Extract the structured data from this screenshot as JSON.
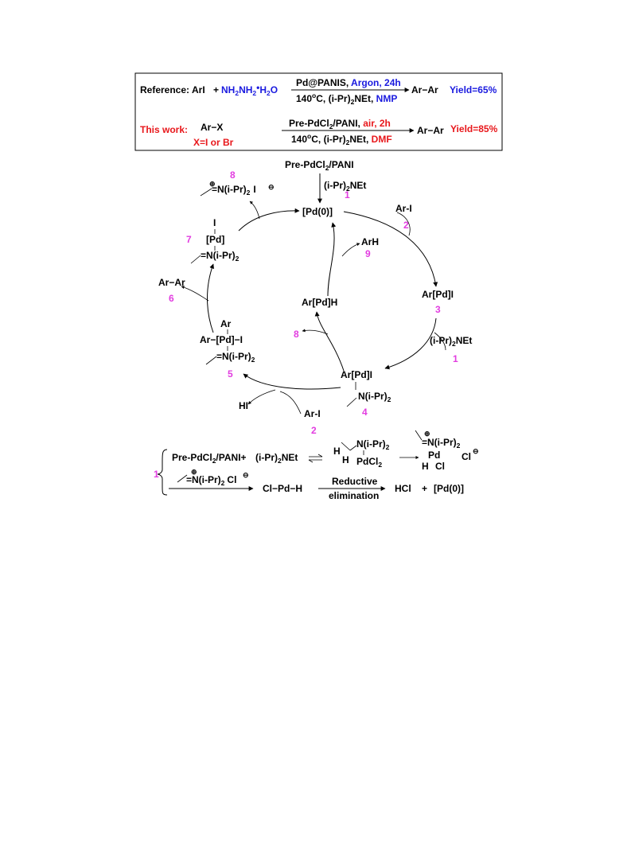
{
  "reference": {
    "label": "Reference:",
    "reactant": "ArI",
    "plus": "+",
    "reagent_nh": "NH",
    "reagent_nh_sub": "2",
    "reagent_nh2": "NH",
    "reagent_nh2_sub": "2",
    "reagent_dot": "•",
    "reagent_h": "H",
    "reagent_h_sub": "2",
    "reagent_o": "O",
    "cond_top_black": "Pd@PANIS, ",
    "cond_top_blue": "Argon, 24h",
    "cond_bottom_a": "140",
    "cond_bottom_deg": "o",
    "cond_bottom_b": "C, (i-Pr)",
    "cond_bottom_sub": "2",
    "cond_bottom_c": "NEt, ",
    "cond_bottom_blue": "NMP",
    "product": "Ar−Ar",
    "yield": "Yield=65%"
  },
  "this_work": {
    "label": "This work:",
    "reactant": "Ar−X",
    "x_note": "X=I or Br",
    "cond_top_a": "Pre-PdCl",
    "cond_top_sub": "2",
    "cond_top_b": "/PANI, ",
    "cond_top_red": "air, 2h",
    "cond_bottom_a": "140",
    "cond_bottom_deg": "o",
    "cond_bottom_b": "C, (i-Pr)",
    "cond_bottom_sub": "2",
    "cond_bottom_c": "NEt, ",
    "cond_bottom_red": "DMF",
    "product": "Ar−Ar",
    "yield": "Yield=85%"
  },
  "cycle": {
    "precursor_a": "Pre-PdCl",
    "precursor_sub": "2",
    "precursor_b": "/PANI",
    "base_a": "(i-Pr)",
    "base_sub": "2",
    "base_b": "NEt",
    "num_1": "1",
    "pd0": "[Pd(0)]",
    "arI_2": "Ar-I",
    "num_2": "2",
    "arpdi_3": "Ar[Pd]I",
    "num_3": "3",
    "base2_a": "(i-Pr)",
    "base2_sub": "2",
    "base2_b": "NEt",
    "num_1b": "1",
    "arpdi_4": "Ar[Pd]I",
    "n4": "N(i-Pr)",
    "n4_sub": "2",
    "num_4": "4",
    "arI_bottom": "Ar-I",
    "num_2b": "2",
    "hi": "HI",
    "c5_ar": "Ar",
    "c5_mid": "Ar−[Pd]−I",
    "c5_n": "=N(i-Pr)",
    "c5_n_sub": "2",
    "num_5": "5",
    "arar": "Ar−Ar",
    "num_6": "6",
    "c7_i": "I",
    "c7_pd": "[Pd]",
    "c7_n": "=N(i-Pr)",
    "c7_n_sub": "2",
    "num_7": "7",
    "num_8": "8",
    "c8_n": "=N(i-Pr)",
    "c8_n_sub": "2",
    "c8_i": "I",
    "plus_sign": "⊕",
    "minus_sign": "⊖",
    "arpdh": "Ar[Pd]H",
    "num_8b": "8",
    "arh": "ArH",
    "num_9": "9"
  },
  "bottom": {
    "brace_num": "1",
    "pre_a": "Pre-PdCl",
    "pre_sub": "2",
    "pre_b": "/PANI+",
    "base_a": "(i-Pr)",
    "base_sub": "2",
    "base_b": "NEt",
    "h1": "H",
    "h2": "H",
    "n_a": "N(i-Pr)",
    "n_sub": "2",
    "pdcl_a": "PdCl",
    "pdcl_sub": "2",
    "imin_n": "=N(i-Pr)",
    "imin_sub": "2",
    "imin_pd": "Pd",
    "imin_h": "H",
    "imin_cl": "Cl",
    "imin_cl_anion": "Cl",
    "r2_n": "=N(i-Pr)",
    "r2_sub": "2",
    "r2_cl": "Cl",
    "clpdh": "Cl−Pd−H",
    "reductive": "Reductive",
    "elimination": "elimination",
    "hcl": "HCl",
    "plus": "+",
    "pd0": "[Pd(0)]"
  }
}
